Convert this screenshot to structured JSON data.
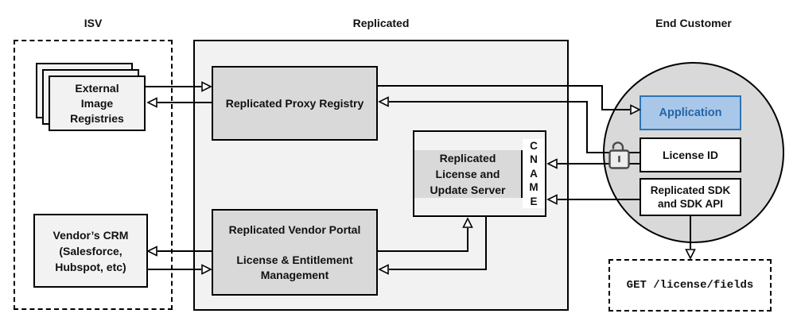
{
  "titles": {
    "isv": "ISV",
    "replicated": "Replicated",
    "end_customer": "End Customer"
  },
  "isv": {
    "registries_label": "External\nImage\nRegistries",
    "crm_label": "Vendor’s CRM\n(Salesforce,\nHubspot, etc)"
  },
  "replicated": {
    "proxy_label": "Replicated Proxy Registry",
    "license_server_label": "Replicated\nLicense and\nUpdate Server",
    "cname_label": "C\nN\nA\nM\nE",
    "vendor_portal_label": "Replicated Vendor Portal\n\nLicense & Entitlement\nManagement"
  },
  "end_customer": {
    "application_label": "Application",
    "license_id_label": "License ID",
    "sdk_label": "Replicated SDK\nand SDK API",
    "api_request_label": "GET /license/fields"
  },
  "icons": {
    "license_lock": "unlock-icon"
  },
  "colors": {
    "panel_fill": "#F2F2F2",
    "box_fill": "#D9D9D9",
    "application_fill": "#A9C7E8",
    "application_border": "#2E74B5",
    "application_text": "#2465A8",
    "line": "#000000"
  },
  "diagram": {
    "edges": [
      {
        "from": "external-image-registries",
        "to": "replicated-proxy-registry"
      },
      {
        "from": "replicated-proxy-registry",
        "to": "external-image-registries"
      },
      {
        "from": "replicated-proxy-registry",
        "to": "application"
      },
      {
        "from": "license-id",
        "to": "replicated-proxy-registry"
      },
      {
        "from": "license-id",
        "to": "cname"
      },
      {
        "from": "replicated-sdk",
        "to": "cname"
      },
      {
        "from": "replicated-vendor-portal",
        "to": "replicated-license-update-server"
      },
      {
        "from": "replicated-license-update-server",
        "to": "replicated-vendor-portal"
      },
      {
        "from": "replicated-vendor-portal",
        "to": "vendors-crm"
      },
      {
        "from": "vendors-crm",
        "to": "replicated-vendor-portal"
      },
      {
        "from": "replicated-sdk",
        "to": "get-license-fields"
      }
    ]
  }
}
